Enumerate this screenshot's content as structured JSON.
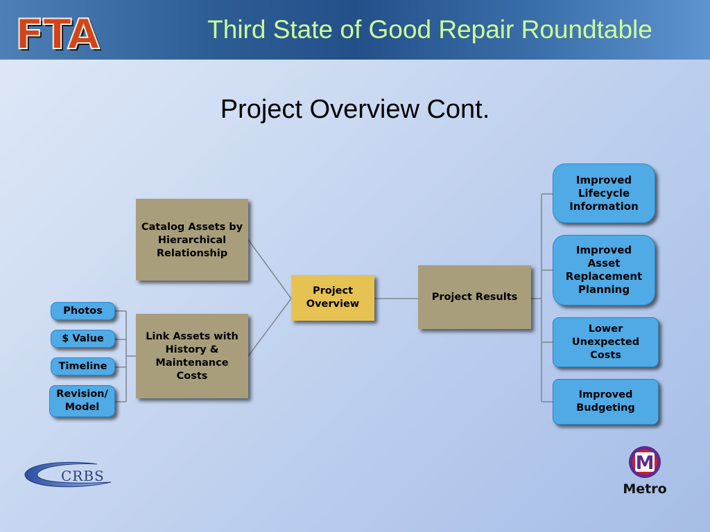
{
  "header": {
    "logo_text": "FTA",
    "title": "Third State of Good Repair Roundtable"
  },
  "slide": {
    "title": "Project Overview Cont."
  },
  "diagram": {
    "attributes": [
      "Photos",
      "$ Value",
      "Timeline",
      "Revision/\nModel"
    ],
    "inputs": {
      "catalog": "Catalog Assets by\nHierarchical\nRelationship",
      "link": "Link Assets with\nHistory &\nMaintenance\nCosts"
    },
    "center": "Project\nOverview",
    "results_box": "Project Results",
    "results": [
      "Improved\nLifecycle\nInformation",
      "Improved\nAsset\nReplacement\nPlanning",
      "Lower\nUnexpected\nCosts",
      "Improved\nBudgeting"
    ]
  },
  "footer": {
    "crbs_logo_text": "CRBS",
    "metro_logo_text": "Metro",
    "metro_icon_letter": "M"
  },
  "colors": {
    "header_title": "#ccff99",
    "tan_box": "#a89e7c",
    "yellow_box": "#e6c252",
    "blue_box": "#4faae6",
    "fta_red": "#d2451b",
    "metro_purple": "#5b2d8e",
    "metro_red": "#d0202f"
  }
}
